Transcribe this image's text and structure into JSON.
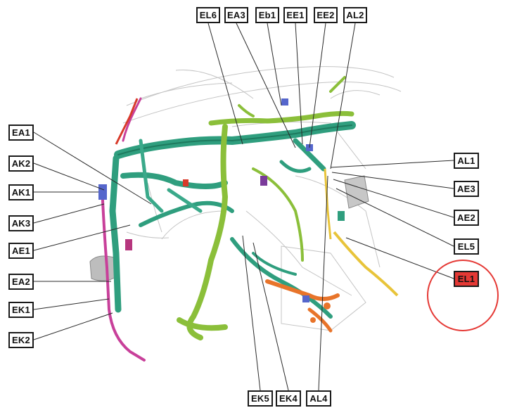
{
  "labels": {
    "EL6": "EL6",
    "EA3": "EA3",
    "Eb1": "Eb1",
    "EE1": "EE1",
    "EE2": "EE2",
    "AL2": "AL2",
    "EA1": "EA1",
    "AK2": "AK2",
    "AK1": "AK1",
    "AK3": "AK3",
    "AE1": "AE1",
    "EA2": "EA2",
    "EK1": "EK1",
    "EK2": "EK2",
    "AL1": "AL1",
    "AE3": "AE3",
    "AE2": "AE2",
    "EL5": "EL5",
    "EL1": "EL1",
    "EK5": "EK5",
    "EK4": "EK4",
    "AL4": "AL4"
  },
  "highlighted_label": "EL1",
  "colors": {
    "highlight_fill": "#e53935",
    "highlight_circle": "#e53935",
    "harness_main": "#2f9e7e",
    "harness_light": "#8bbf3a",
    "harness_pink": "#c8409a",
    "harness_orange": "#e8742a",
    "harness_yellow": "#e8c43a",
    "body_outline": "#b8b8b8"
  }
}
